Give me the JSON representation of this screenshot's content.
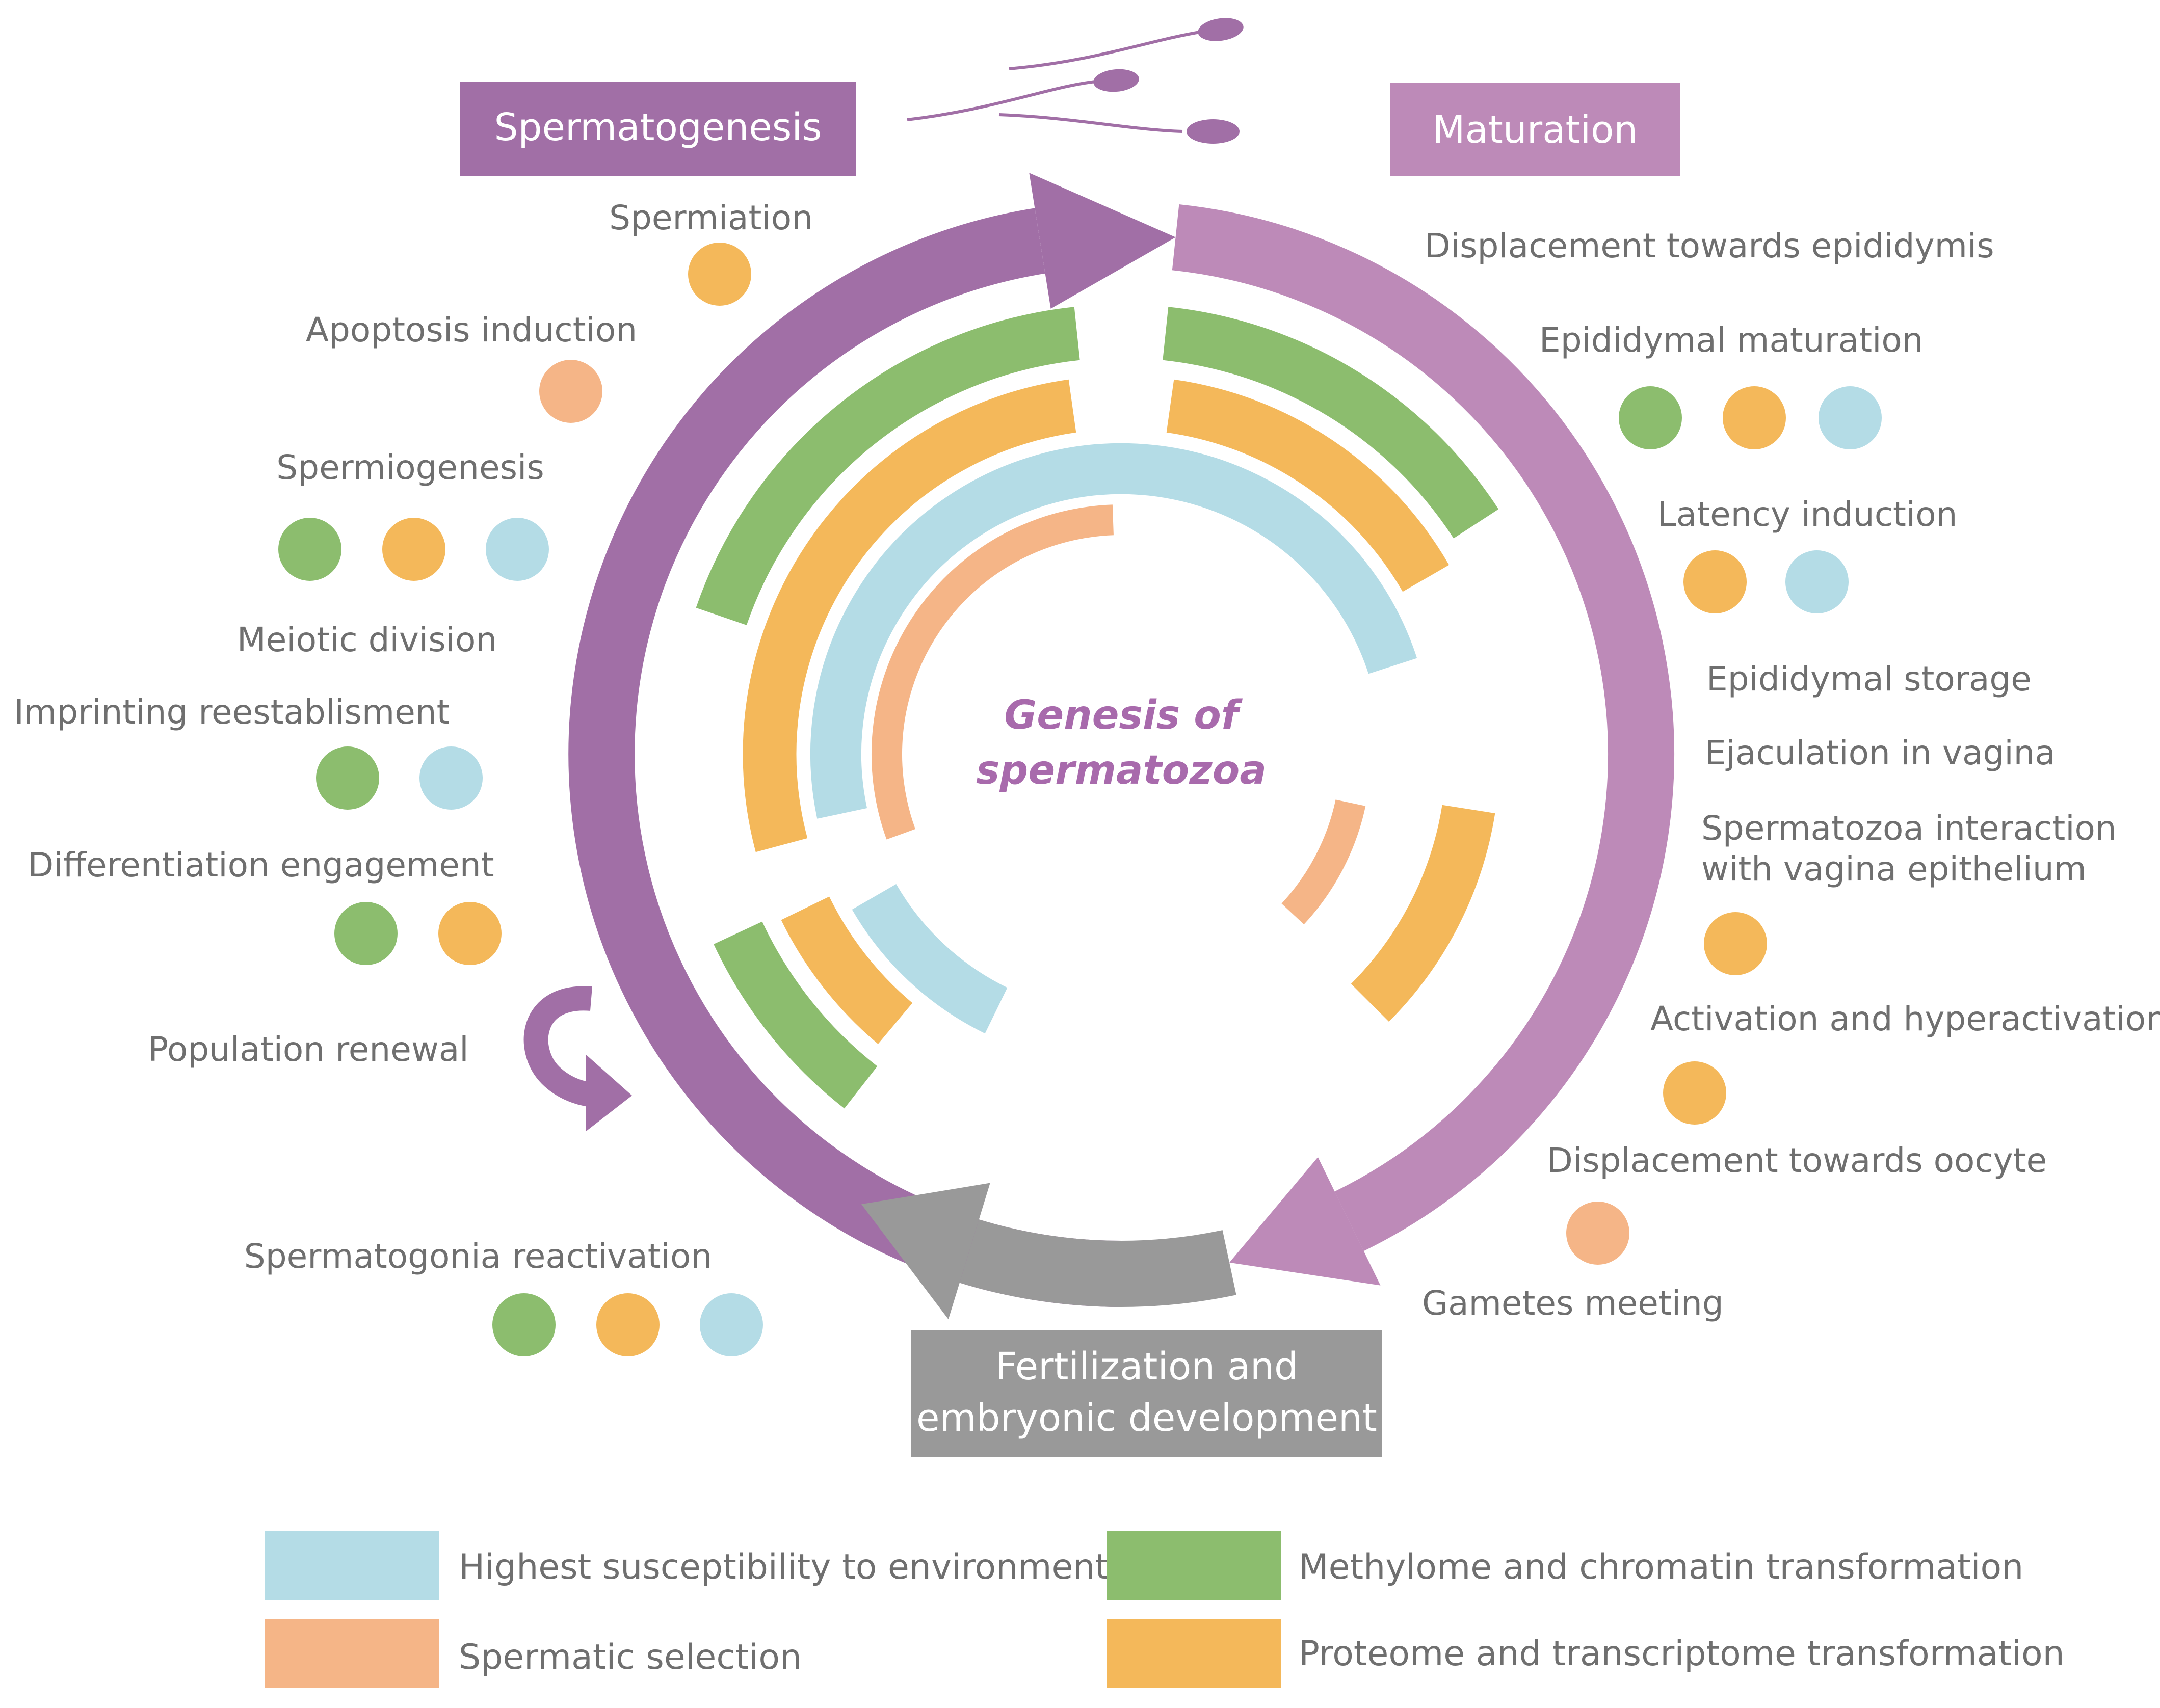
{
  "center": {
    "line1": "Genesis of",
    "line2": "spermatozoa"
  },
  "headers": {
    "spermatogenesis": "Spermatogenesis",
    "maturation": "Maturation",
    "fertilization_line1": "Fertilization and",
    "fertilization_line2": "embryonic development"
  },
  "colors": {
    "susceptibility": "#b4dce6",
    "selection": "#f5b587",
    "methylome": "#8cbd6e",
    "proteome": "#f4b85a",
    "spermatogenesis": "#a16fa6",
    "maturation": "#bd8ab8",
    "fertilization": "#999999"
  },
  "left_steps": [
    {
      "label": "Spermiation",
      "dots": [
        "proteome"
      ]
    },
    {
      "label": "Apoptosis induction",
      "dots": [
        "selection"
      ]
    },
    {
      "label": "Spermiogenesis",
      "dots": [
        "methylome",
        "proteome",
        "susceptibility"
      ]
    },
    {
      "label": "Meiotic division",
      "dots": []
    },
    {
      "label": "Imprinting reestablisment",
      "dots": [
        "methylome",
        "susceptibility"
      ]
    },
    {
      "label": "Differentiation engagement",
      "dots": [
        "methylome",
        "proteome"
      ]
    },
    {
      "label": "Population renewal",
      "dots": []
    },
    {
      "label": "Spermatogonia reactivation",
      "dots": [
        "methylome",
        "proteome",
        "susceptibility"
      ]
    }
  ],
  "right_steps": [
    {
      "label": "Displacement towards epididymis",
      "dots": []
    },
    {
      "label": "Epididymal maturation",
      "dots": [
        "methylome",
        "proteome",
        "susceptibility"
      ]
    },
    {
      "label": "Latency induction",
      "dots": [
        "proteome",
        "susceptibility"
      ]
    },
    {
      "label": "Epididymal storage",
      "dots": []
    },
    {
      "label": "Ejaculation in vagina",
      "dots": []
    },
    {
      "label_lines": [
        "Spermatozoa interaction",
        "with vagina epithelium"
      ],
      "dots": [
        "proteome"
      ]
    },
    {
      "label": "Activation and hyperactivation",
      "dots": [
        "proteome"
      ]
    },
    {
      "label": "Displacement towards oocyte",
      "dots": [
        "selection"
      ]
    },
    {
      "label": "Gametes meeting",
      "dots": []
    }
  ],
  "legend": [
    {
      "label": "Highest susceptibility to environment",
      "color": "susceptibility"
    },
    {
      "label": "Spermatic selection",
      "color": "selection"
    },
    {
      "label": "Methylome and chromatin transformation",
      "color": "methylome"
    },
    {
      "label": "Proteome and transcriptome transformation",
      "color": "proteome"
    }
  ]
}
